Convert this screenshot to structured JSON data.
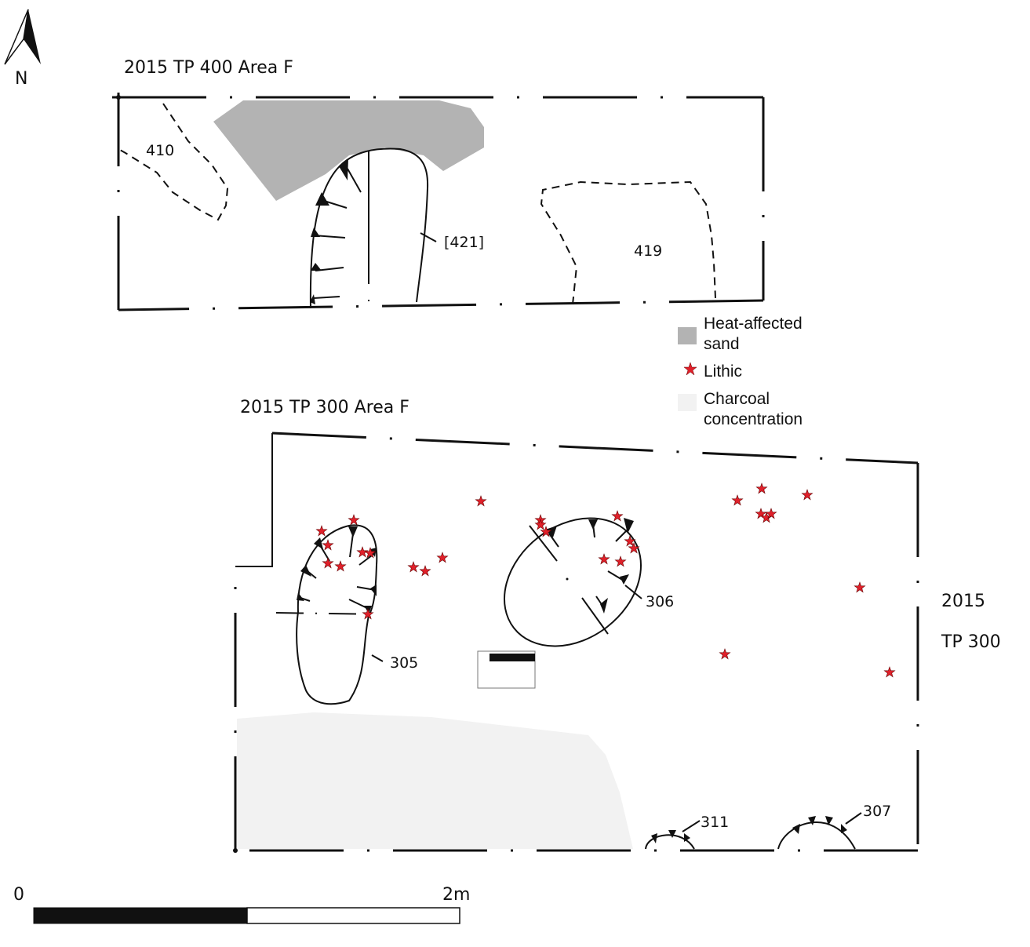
{
  "north_arrow": {
    "label": "N"
  },
  "plans": [
    {
      "title": "2015 TP 400 Area F",
      "features": [
        "410",
        "[421]",
        "419"
      ]
    },
    {
      "title": "2015 TP 300 Area F",
      "features": [
        "305",
        "306",
        "311",
        "307"
      ],
      "side_label_line1": "2015",
      "side_label_line2": "TP 300"
    }
  ],
  "legend": {
    "items": [
      {
        "label_line1": "Heat-affected",
        "label_line2": "sand",
        "color": "#b3b3b3"
      },
      {
        "label_line1": "Lithic",
        "label_line2": "",
        "color": "#e0202a"
      },
      {
        "label_line1": "Charcoal",
        "label_line2": "concentration",
        "color": "#f2f2f2"
      }
    ]
  },
  "scale_bar": {
    "start_label": "0",
    "end_label": "2m"
  }
}
